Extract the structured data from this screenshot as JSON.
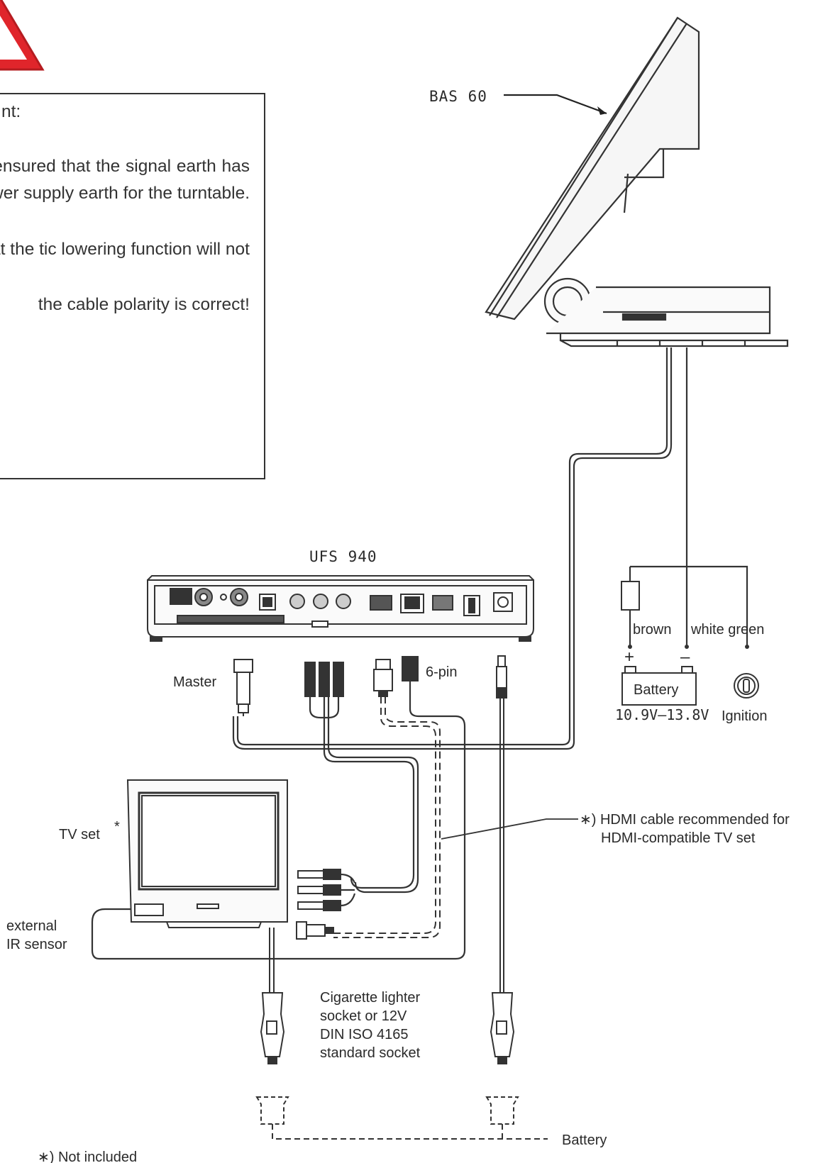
{
  "warning": {
    "heading": "nt:",
    "p1": "eration with two batteries, t be ensured that the signal earth has the same al as the power supply earth for the turntable.",
    "p2": "mpliance means that the tic lowering function will not",
    "p3": "the cable polarity is correct!"
  },
  "labels": {
    "bas60": "BAS 60",
    "ufs940": "UFS 940",
    "master": "Master",
    "sixpin": "6-pin",
    "brown": "brown",
    "white_green": "white green",
    "battery_box": "Battery",
    "battery_voltage": "10.9V–13.8V",
    "ignition": "Ignition",
    "hdmi_note_1": "∗) HDMI cable recommended for",
    "hdmi_note_2": "HDMI-compatible TV set",
    "tv_set": "TV set",
    "tv_star": "*",
    "ir_1": "external",
    "ir_2": "IR sensor",
    "cig_1": "Cigarette lighter",
    "cig_2": "socket or 12V",
    "cig_3": "DIN ISO 4165",
    "cig_4": "standard socket",
    "battery_bottom": "Battery",
    "not_included": "∗) Not included",
    "plus": "+",
    "minus": "–"
  },
  "colors": {
    "warning_red": "#e0252b",
    "line": "#333333"
  }
}
